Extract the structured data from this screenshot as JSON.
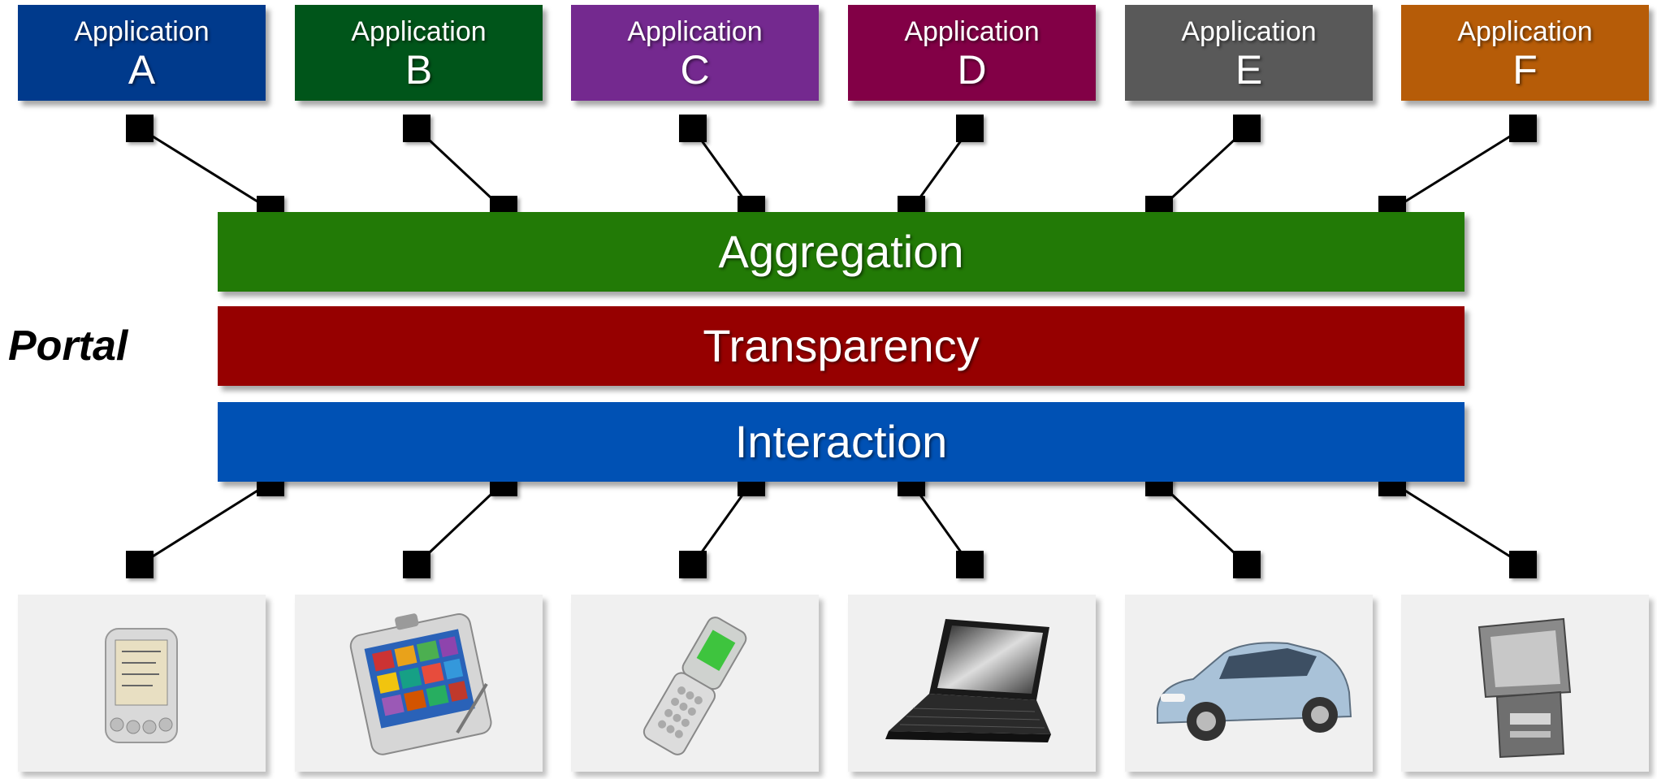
{
  "applications": [
    {
      "prefix": "Application",
      "letter": "A",
      "color": "#003a8c"
    },
    {
      "prefix": "Application",
      "letter": "B",
      "color": "#00551a"
    },
    {
      "prefix": "Application",
      "letter": "C",
      "color": "#74298f"
    },
    {
      "prefix": "Application",
      "letter": "D",
      "color": "#820046"
    },
    {
      "prefix": "Application",
      "letter": "E",
      "color": "#595959"
    },
    {
      "prefix": "Application",
      "letter": "F",
      "color": "#b65c08"
    }
  ],
  "portal_label": "Portal",
  "layers": [
    {
      "label": "Aggregation",
      "color": "#227a06"
    },
    {
      "label": "Transparency",
      "color": "#960000"
    },
    {
      "label": "Interaction",
      "color": "#0051b4"
    }
  ],
  "devices": [
    {
      "icon": "pda-icon"
    },
    {
      "icon": "tablet-icon"
    },
    {
      "icon": "flip-phone-icon"
    },
    {
      "icon": "laptop-icon"
    },
    {
      "icon": "car-icon"
    },
    {
      "icon": "kiosk-icon"
    }
  ]
}
